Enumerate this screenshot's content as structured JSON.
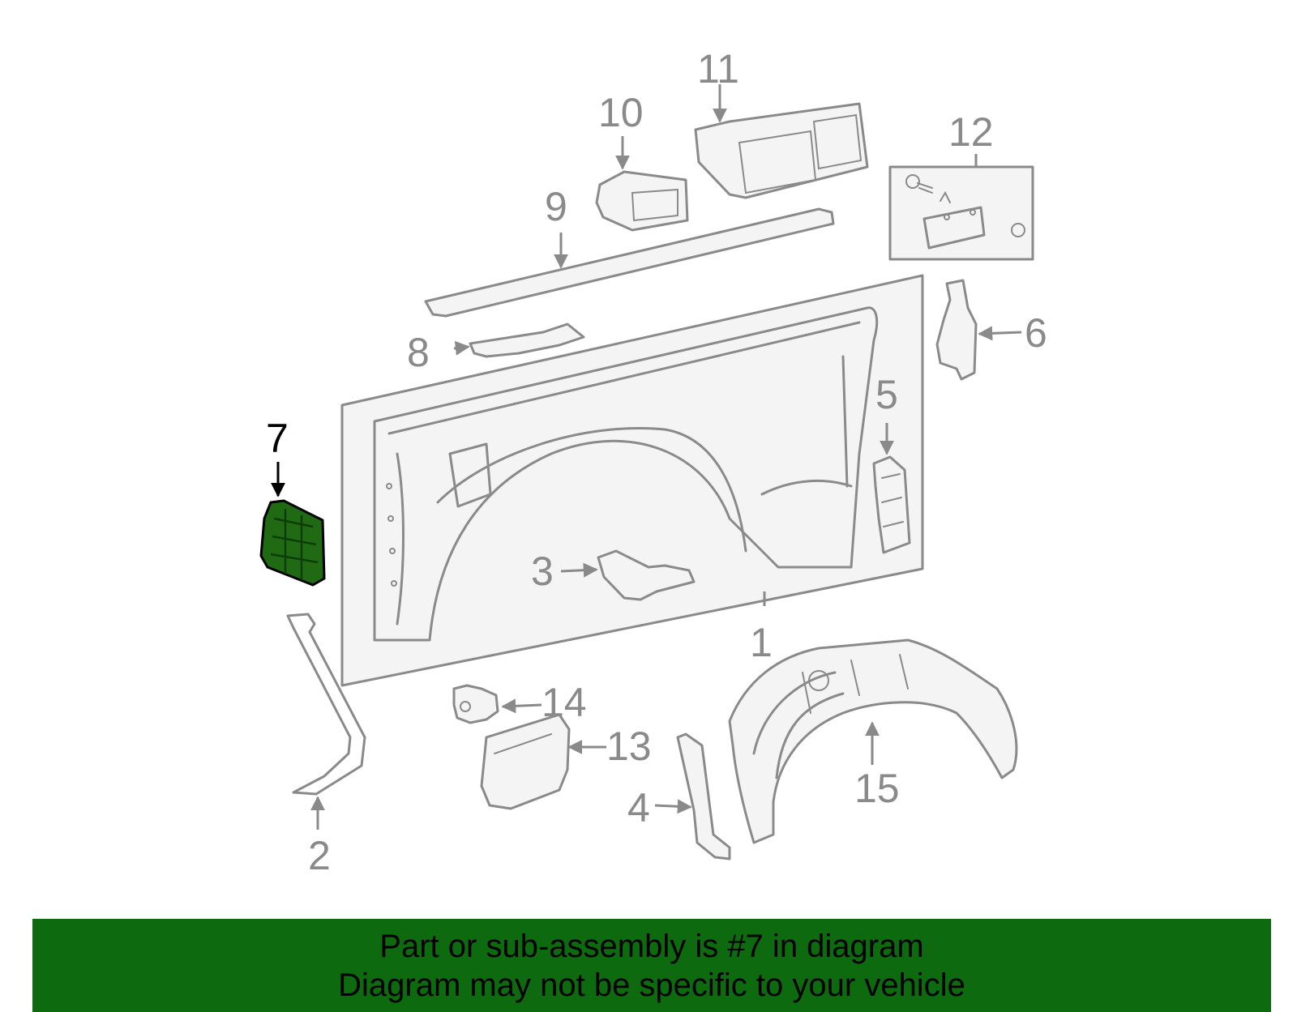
{
  "callouts": {
    "c1": "1",
    "c2": "2",
    "c3": "3",
    "c4": "4",
    "c5": "5",
    "c6": "6",
    "c7": "7",
    "c8": "8",
    "c9": "9",
    "c10": "10",
    "c11": "11",
    "c12": "12",
    "c13": "13",
    "c14": "14",
    "c15": "15"
  },
  "highlighted_part": "7",
  "colors": {
    "highlight": "#1f6a12",
    "banner": "#0e6a0e",
    "line_art": "#8a8a8a"
  },
  "banner": {
    "line1": "Part or sub-assembly is #7 in diagram",
    "line2": "Diagram may not be specific to your vehicle"
  }
}
